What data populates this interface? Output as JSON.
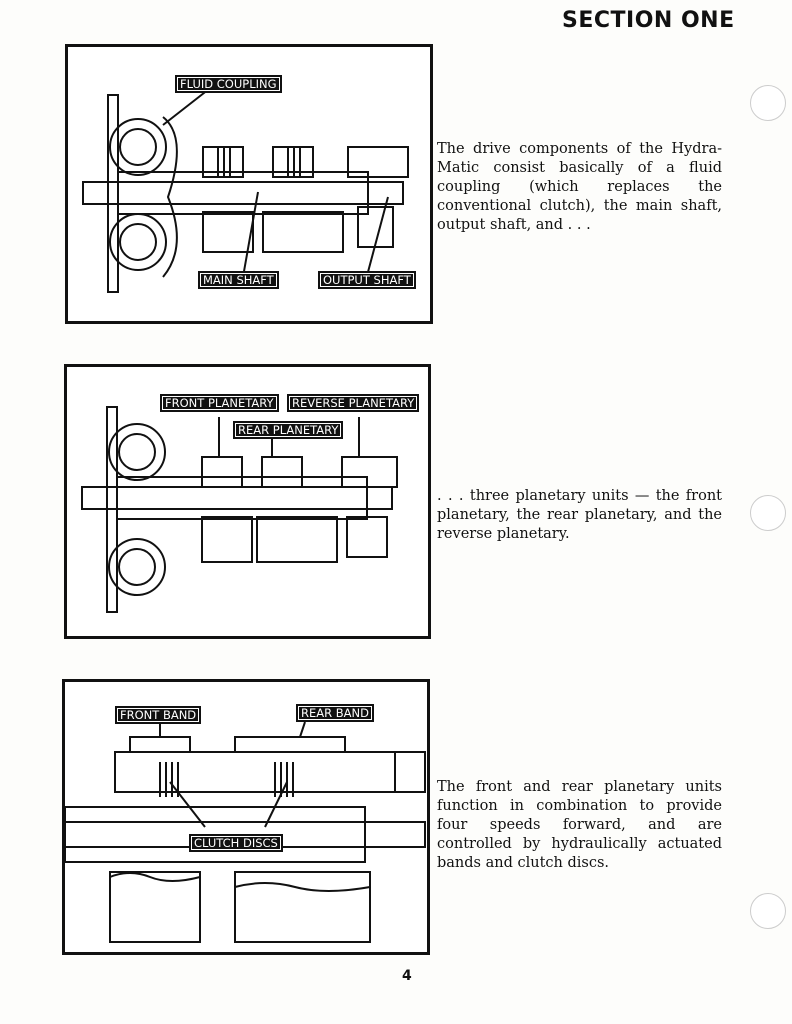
{
  "header": {
    "section": "SECTION ONE"
  },
  "figures": [
    {
      "labels": [
        "FLUID COUPLING",
        "MAIN SHAFT",
        "OUTPUT SHAFT"
      ]
    },
    {
      "labels": [
        "FRONT PLANETARY",
        "REVERSE PLANETARY",
        "REAR PLANETARY"
      ]
    },
    {
      "labels": [
        "FRONT BAND",
        "REAR BAND",
        "CLUTCH DISCS"
      ]
    }
  ],
  "paragraphs": [
    "The drive components of the Hydra-Matic consist basically of a fluid coupling (which replaces the conventional clutch), the main shaft, output shaft, and . . .",
    ". . . three planetary units — the front planetary, the rear planetary, and the reverse planetary.",
    "The front and rear planetary units function in combination to provide four speeds forward, and are controlled by hydraulically actuated bands and clutch discs."
  ],
  "footer": {
    "page_number": "4"
  }
}
